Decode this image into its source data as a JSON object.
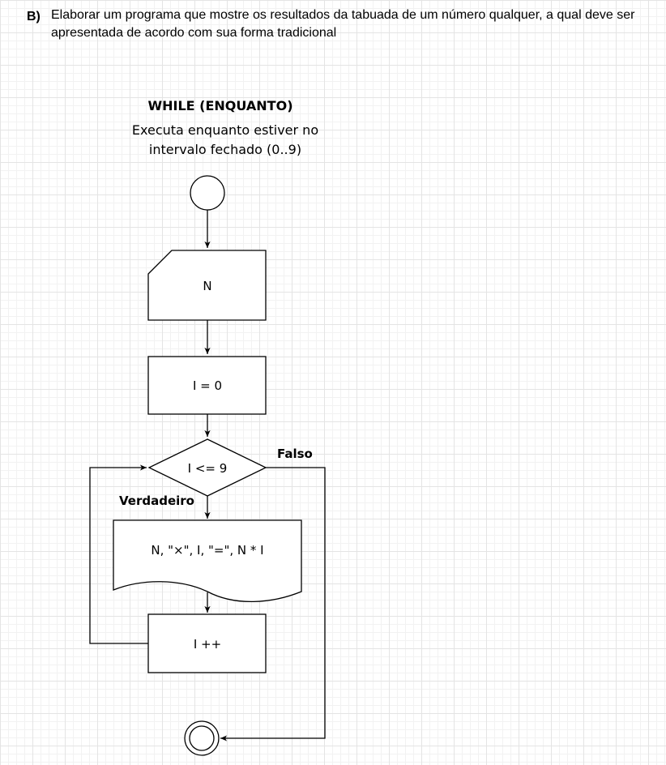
{
  "question": {
    "label": "B)",
    "text": "Elaborar um programa que mostre os resultados da tabuada de um número qualquer, a qual deve ser apresentada de acordo com sua forma tradicional"
  },
  "diagram": {
    "title": "WHILE (ENQUANTO)",
    "subtitle_line1": "Executa enquanto estiver no",
    "subtitle_line2": "intervalo fechado (0..9)",
    "nodes": {
      "input": "N",
      "init": "I = 0",
      "condition": "I <= 9",
      "output": "N, \"×\", I, \"=\", N * I",
      "increment": "I ++"
    },
    "edges": {
      "false_label": "Falso",
      "true_label": "Verdadeiro"
    }
  }
}
